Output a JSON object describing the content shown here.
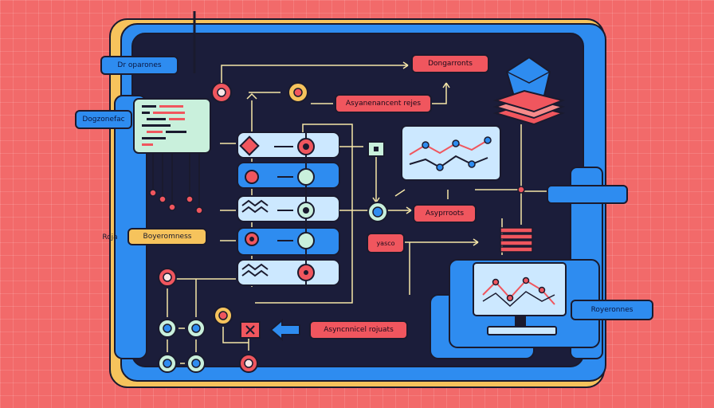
{
  "labels": {
    "top_left_tag": "Dr oparones",
    "side_tag": "Dogzonefac",
    "bottom_tag": "Roja",
    "bottom_tag_box": "Boyeromness",
    "top_right_box": "Dongarronts",
    "async_mid": "Asyanenancent rejes",
    "async_right": "Asyprroots",
    "middle_square": "yasco",
    "async_bottom": "Asyncnnicel rojuats",
    "right_tag": "Royeronnes"
  },
  "colors": {
    "background": "#f26a6a",
    "panel_blue": "#2e8cf0",
    "panel_dark": "#1b1d3a",
    "accent_red": "#f0565e",
    "accent_yellow": "#f6c35c",
    "accent_mint": "#c9f0dc"
  },
  "icons": [
    "polygon-gem-icon",
    "layer-stack-icon",
    "code-window-icon",
    "chart-window-icon",
    "monitor-chart-icon",
    "close-x-icon",
    "arrow-left-icon"
  ]
}
